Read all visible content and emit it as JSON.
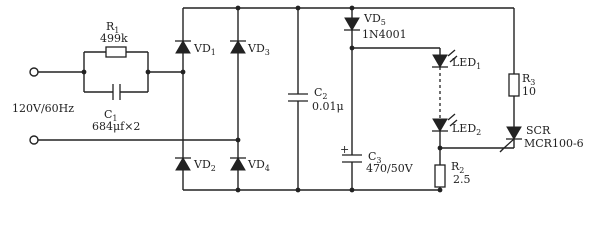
{
  "labels": {
    "r1": {
      "name": "R",
      "sub": "1",
      "value": "499k"
    },
    "c1": {
      "name": "C",
      "sub": "1",
      "value": "684μf×2"
    },
    "source": "120V/60Hz",
    "vd1": {
      "name": "VD",
      "sub": "1"
    },
    "vd2": {
      "name": "VD",
      "sub": "2"
    },
    "vd3": {
      "name": "VD",
      "sub": "3"
    },
    "vd4": {
      "name": "VD",
      "sub": "4"
    },
    "c2": {
      "name": "C",
      "sub": "2",
      "value": "0.01μ"
    },
    "vd5": {
      "name": "VD",
      "sub": "5",
      "value": "1N4001"
    },
    "c3": {
      "name": "C",
      "sub": "3",
      "value": "470/50V"
    },
    "led1": {
      "name": "LED",
      "sub": "1"
    },
    "led2": {
      "name": "LED",
      "sub": "2"
    },
    "r3": {
      "name": "R",
      "sub": "3",
      "value": "10"
    },
    "r2": {
      "name": "R",
      "sub": "2",
      "value": "2.5"
    },
    "scr": {
      "name": "SCR",
      "value": "MCR100-6"
    }
  }
}
